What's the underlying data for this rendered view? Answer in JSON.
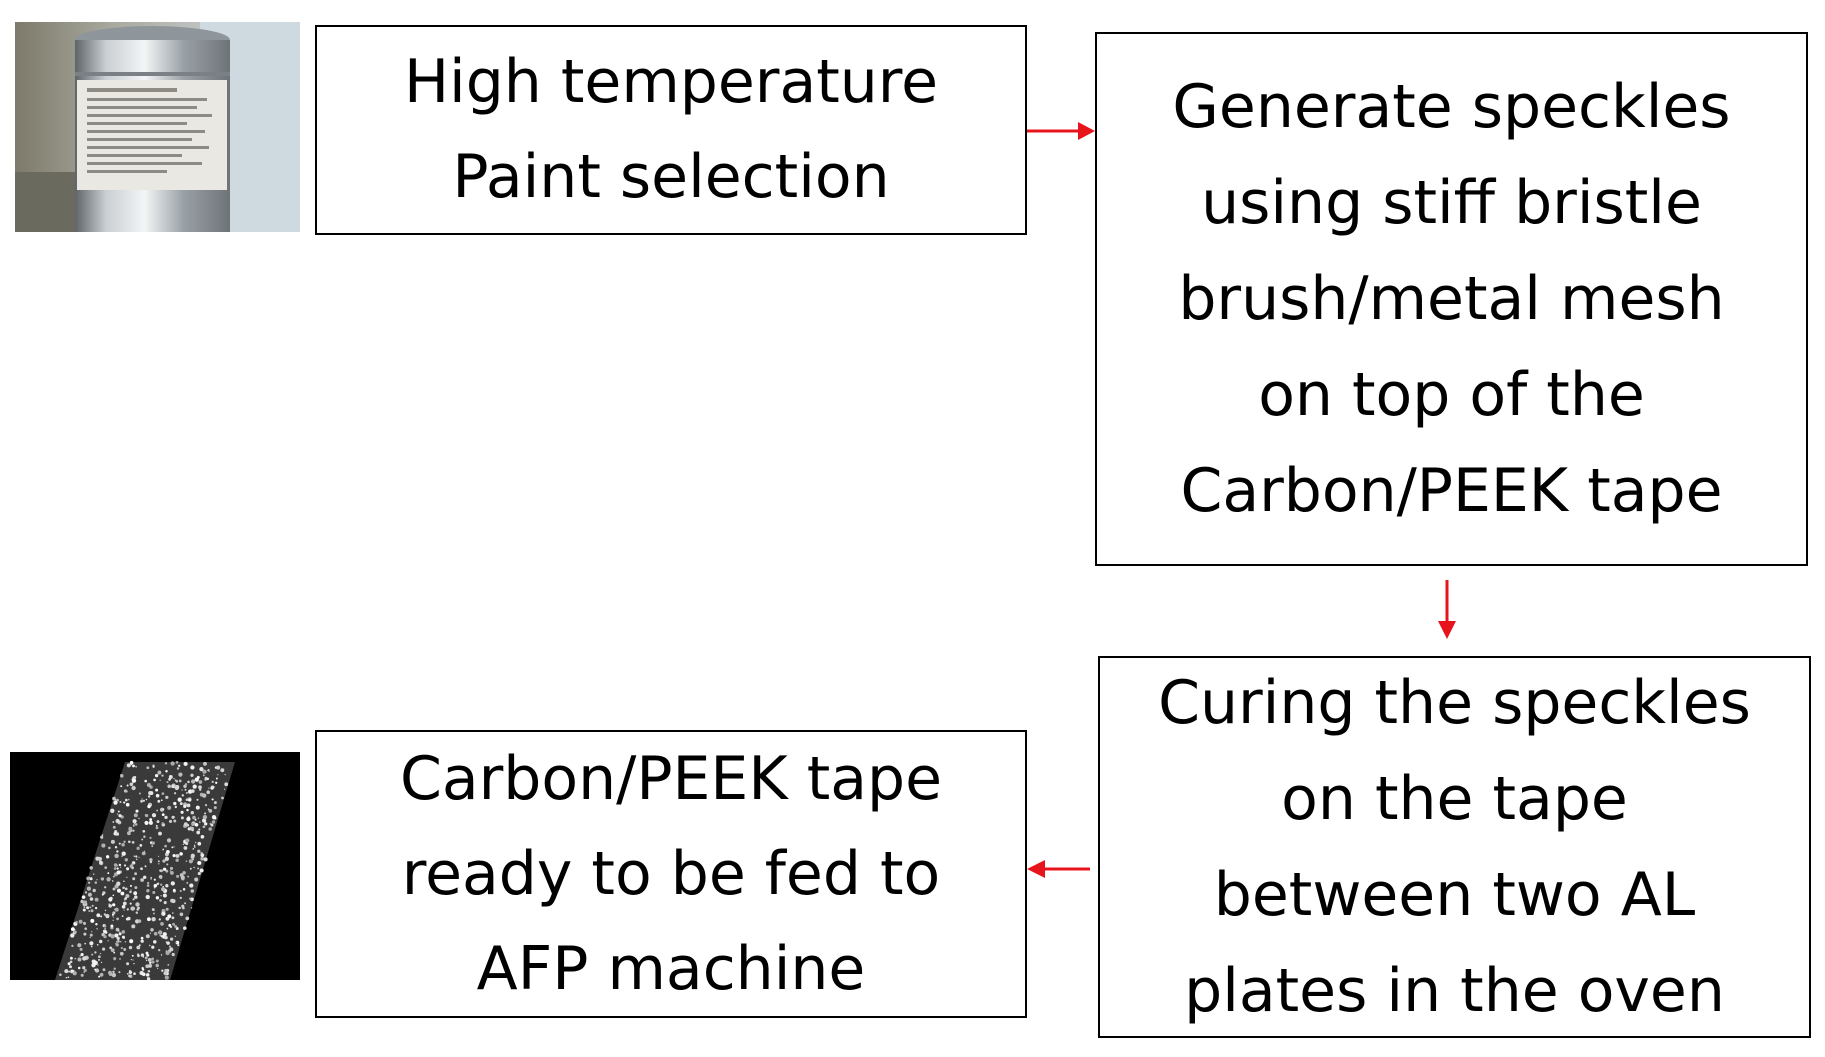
{
  "steps": [
    {
      "id": "paint-selection",
      "lines": [
        "High temperature",
        "Paint selection"
      ]
    },
    {
      "id": "generate-speckles",
      "lines": [
        "Generate speckles",
        "using stiff bristle",
        "brush/metal mesh",
        "on top of the",
        "Carbon/PEEK tape"
      ]
    },
    {
      "id": "curing-speckles",
      "lines": [
        "Curing the speckles",
        "on the tape",
        "between two AL",
        "plates in the oven"
      ]
    },
    {
      "id": "tape-ready",
      "lines": [
        "Carbon/PEEK tape",
        "ready to be fed to",
        "AFP machine"
      ]
    }
  ],
  "images": [
    {
      "id": "paint-can-photo",
      "depicts": "paint can"
    },
    {
      "id": "speckled-tape-photo",
      "depicts": "speckled tape"
    }
  ],
  "colors": {
    "arrow": "#e8141b",
    "border": "#000000",
    "text": "#000000"
  }
}
